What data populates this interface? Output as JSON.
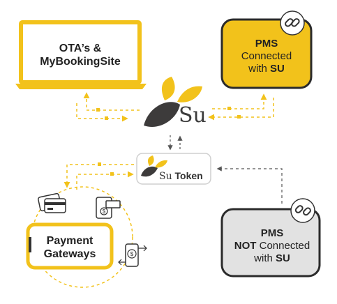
{
  "colors": {
    "yellow": "#f2c21b",
    "dark": "#3d3b3b",
    "grey_box": "#e2e2e2",
    "dash_yellow": "#f2c21b",
    "dash_grey": "#555555"
  },
  "nodes": {
    "ota": {
      "line1": "OTA’s &",
      "line2": "MyBookingSite"
    },
    "pms_connected": {
      "line1": "PMS",
      "line2": "Connected",
      "line3_prefix": "with ",
      "line3_bold": "SU",
      "icon": "chain-link-icon"
    },
    "su_logo": {
      "word": "Su"
    },
    "su_token": {
      "su": "Su",
      "token": "Token"
    },
    "pms_not_connected": {
      "line1": "PMS",
      "line2_bold": "NOT",
      "line2_rest": " Connected",
      "line3_prefix": "with ",
      "line3_bold": "SU",
      "icon": "broken-chain-icon"
    },
    "payment": {
      "line1": "Payment",
      "line2": "Gateways",
      "icons": [
        "credit-cards-icon",
        "pos-terminal-icon",
        "mobile-payment-icon"
      ]
    }
  }
}
